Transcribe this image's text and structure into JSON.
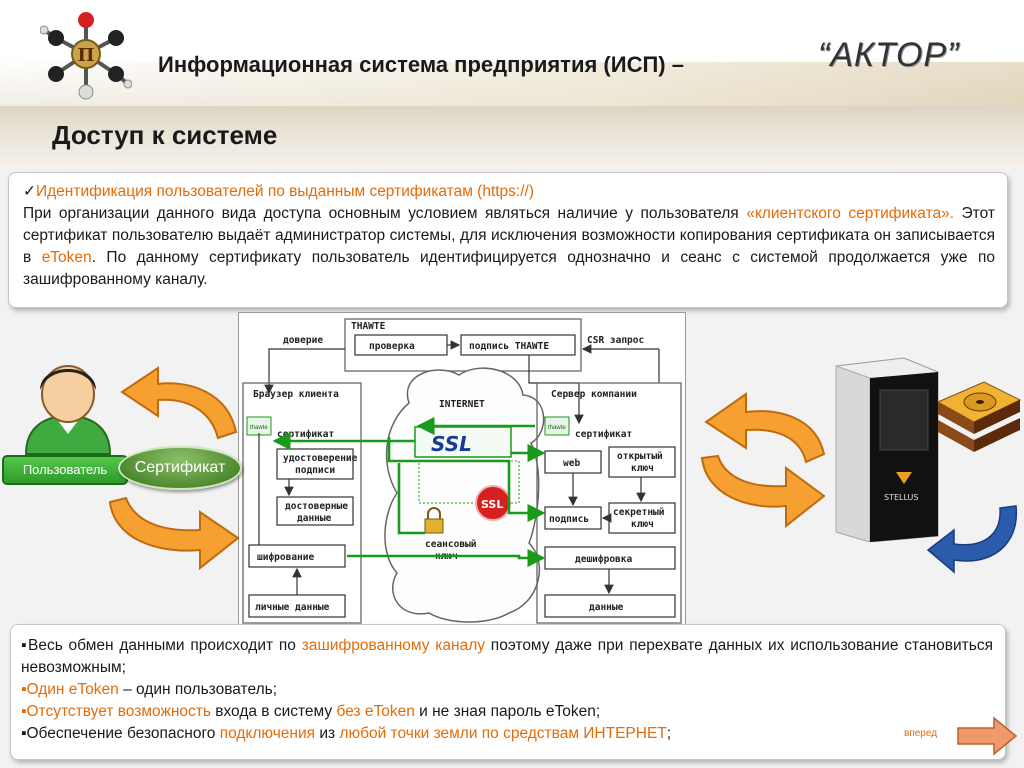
{
  "header": {
    "title": "Информационная система предприятия (ИСП) –",
    "brand": "“АКТОР”"
  },
  "page": {
    "subtitle": "Доступ к системе"
  },
  "top_panel": {
    "check_mark": "✓",
    "heading": "Идентификация пользователей по выданным сертификатам (https://)",
    "p1": "При организации данного вида доступа основным условием являться  наличие у пользователя ",
    "p1_highlight": "«клиентского сертификата».",
    "p2": " Этот сертификат пользователю выдаёт администратор системы, для исключения возможности копирования сертификата он записывается в ",
    "p2_highlight": "eToken",
    "p3": ". По данному сертификату пользователь идентифицируется однозначно и сеанс с системой продолжается уже по зашифрованному каналу."
  },
  "diagram": {
    "thawte": "THAWTE",
    "check": "проверка",
    "sign_thawte": "подпись THAWTE",
    "trust": "доверие",
    "csr": "CSR запрос",
    "browser": "Браузер клиента",
    "internet": "INTERNET",
    "server_company": "Сервер компании",
    "cert_left": "сертификат",
    "cert_right": "сертификат",
    "ssl1": "SSL",
    "ssl2": "SSL",
    "cert_verify_1": "удостоверение",
    "cert_verify_2": "подписи",
    "trusted_1": "достоверные",
    "trusted_2": "данные",
    "encryption": "шифрование",
    "personal_data": "личные данные",
    "web": "web",
    "open_key_1": "открытый",
    "open_key_2": "ключ",
    "signature": "подпись",
    "secret_key_1": "секретный",
    "secret_key_2": "ключ",
    "session_key_1": "сеансовый",
    "session_key_2": "ключ",
    "decryption": "дешифровка",
    "data": "данные",
    "stamp": "thawte"
  },
  "left": {
    "user_label": "Пользователь",
    "cert_label": "Сертификат"
  },
  "server_brand": "STELLUS",
  "bottom_panel": {
    "b1_pre": "Весь обмен данными происходит по ",
    "b1_hl": "зашифрованному каналу",
    "b1_post": " поэтому даже при перехвате данных их использование становиться невозможным;",
    "b2_hl": "Один eToken",
    "b2_post": " – один пользователь;",
    "b3_hl1": "Отсутствует возможность",
    "b3_mid": " входа в систему ",
    "b3_hl2": "без eToken",
    "b3_post": " и не зная пароль eToken;",
    "b4_pre": "Обеспечение безопасного ",
    "b4_hl1": "подключения",
    "b4_mid": " из ",
    "b4_hl2": "любой точки земли по средствам ИНТЕРНЕТ",
    "b4_post": ";",
    "bullet": "▪",
    "forward_label": "вперед"
  },
  "colors": {
    "accent": "#e36c0a",
    "green": "#2f9a2c",
    "diagram_green": "#1a9a1a"
  }
}
